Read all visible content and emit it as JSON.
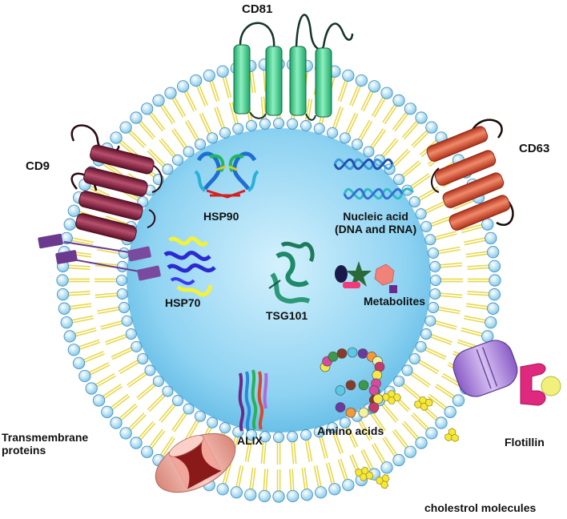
{
  "labels": {
    "cd81": "CD81",
    "cd9": "CD9",
    "cd63": "CD63",
    "hsp90": "HSP90",
    "nucleic_acid_line1": "Nucleic acid",
    "nucleic_acid_line2": "(DNA and RNA)",
    "hsp70": "HSP70",
    "tsg101": "TSG101",
    "metabolites": "Metabolites",
    "alix": "ALIX",
    "amino_acids": "Amino acids",
    "transmembrane_line1": "Transmembrane",
    "transmembrane_line2": "proteins",
    "flotillin": "Flotillin",
    "cholesterol": "cholestrol molecules"
  },
  "colors": {
    "lumen": "#8fd3f2",
    "lipid_head": "#a9dcf2",
    "lipid_tail": "#e8d84a",
    "cd81": "#3fd48a",
    "cd9": "#8a1c3c",
    "cd63": "#e0502e",
    "flotillin_body": "#b48be0",
    "flotillin_tag": "#e0287f",
    "channel": "#f2a59a",
    "transmembrane": "#6b3a8e",
    "cholesterol": "#f5e83a",
    "hsp90": "#1f6fd1",
    "hsp70_helix": "#2a2ad0",
    "hsp70_sheet": "#f2f23a",
    "tsg101": "#1f8a6a",
    "dna": "#2f6fd6"
  },
  "icons": {
    "hsp90": "protein-ribbon-icon",
    "nucleic_acid": "dna-helix-icon",
    "hsp70": "protein-ribbon-icon",
    "tsg101": "protein-ribbon-icon",
    "metabolites": "molecule-shapes-icon",
    "alix": "protein-helix-icon",
    "amino_acids": "bead-chain-icon"
  }
}
